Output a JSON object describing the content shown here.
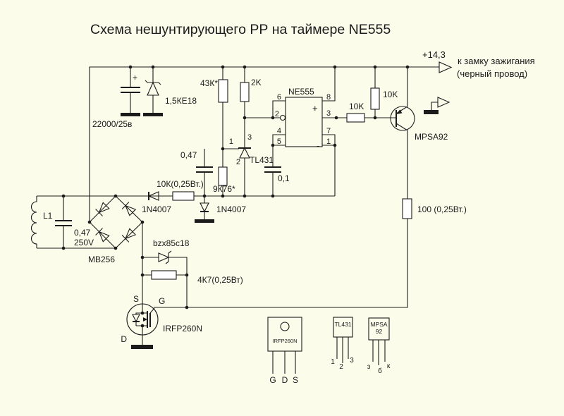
{
  "colors": {
    "background": "#FCFCEB",
    "ink": "#1B1B1B"
  },
  "title": "Схема нешунтирующего РР на таймере NE555",
  "power": {
    "voltage": "+14,3",
    "dest_line1": "к замку зажигания",
    "dest_line2": "(черный провод)"
  },
  "labels": {
    "cap_filter": "22000/25в",
    "cap_filter_plus": "+",
    "tvs": "1,5КЕ18",
    "r_43k": "43К*",
    "r_2k": "2K",
    "cap_timing": "0,47",
    "r_9k76": "9К76*",
    "cap_01": "0,1",
    "r_10k_sense": "10К(0,25Вт.)",
    "d_series": "1N4007",
    "d_clamp": "1N4007",
    "r_10k_out": "10K",
    "r_10k_pullup": "10K",
    "q_pnp": "MPSA92",
    "r_100": "100 (0,25Вт.)",
    "coil": "L1",
    "cap_ac_val": "0,47",
    "cap_ac_volt": "250V",
    "bridge": "MB256",
    "zener": "bzx85c18",
    "r_4k7": "4К7(0,25Вт)",
    "mosfet": "IRFP260N",
    "pin_s": "S",
    "pin_g": "G",
    "pin_d": "D"
  },
  "ne555": {
    "name": "NE555",
    "plus": "+",
    "minus": "-",
    "pins": {
      "p1": "1",
      "p2": "2",
      "p3": "3",
      "p4": "4",
      "p5": "5",
      "p6": "6",
      "p7": "7",
      "p8": "8"
    }
  },
  "tl431": {
    "name": "TL431",
    "p1": "1",
    "p2": "2",
    "p3": "3"
  },
  "packages": {
    "irfp260n": {
      "name": "IRFP260N",
      "pins": [
        "G",
        "D",
        "S"
      ]
    },
    "tl431": {
      "name": "TL431",
      "pins": [
        "1",
        "2",
        "3"
      ]
    },
    "mpsa92": {
      "name1": "MPSA",
      "name2": "92",
      "pins": [
        "з",
        "б",
        "к"
      ]
    }
  }
}
